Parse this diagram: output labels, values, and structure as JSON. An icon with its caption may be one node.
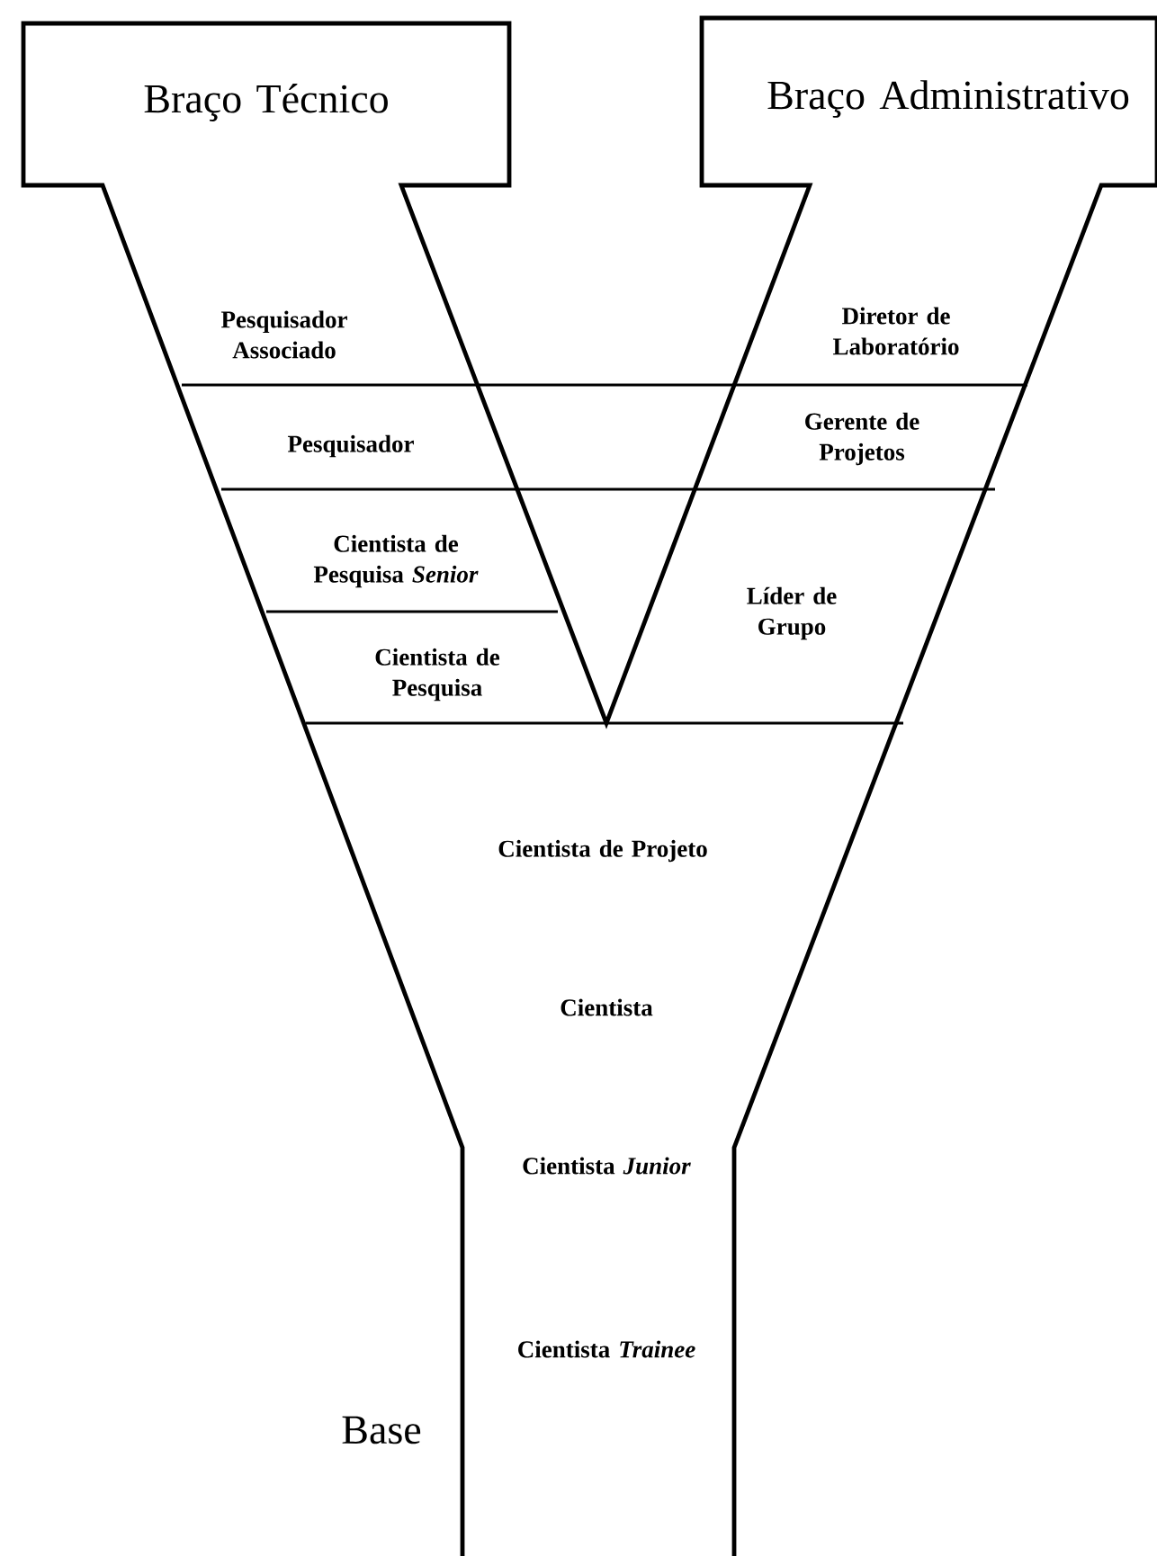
{
  "diagram": {
    "labels": [
      "Braço Técnico",
      "Braço Administrativo",
      "Pesquisador Associado",
      "Diretor de Laboratório",
      "Pesquisador",
      "Gerente de Projetos",
      "Cientista de Pesquisa *Senior*",
      "Líder de Grupo",
      "Cientista de Pesquisa",
      "Cientista de Projeto",
      "Cientista",
      "Cientista *Junior*",
      "Cientista *Trainee*",
      "Base"
    ]
  }
}
